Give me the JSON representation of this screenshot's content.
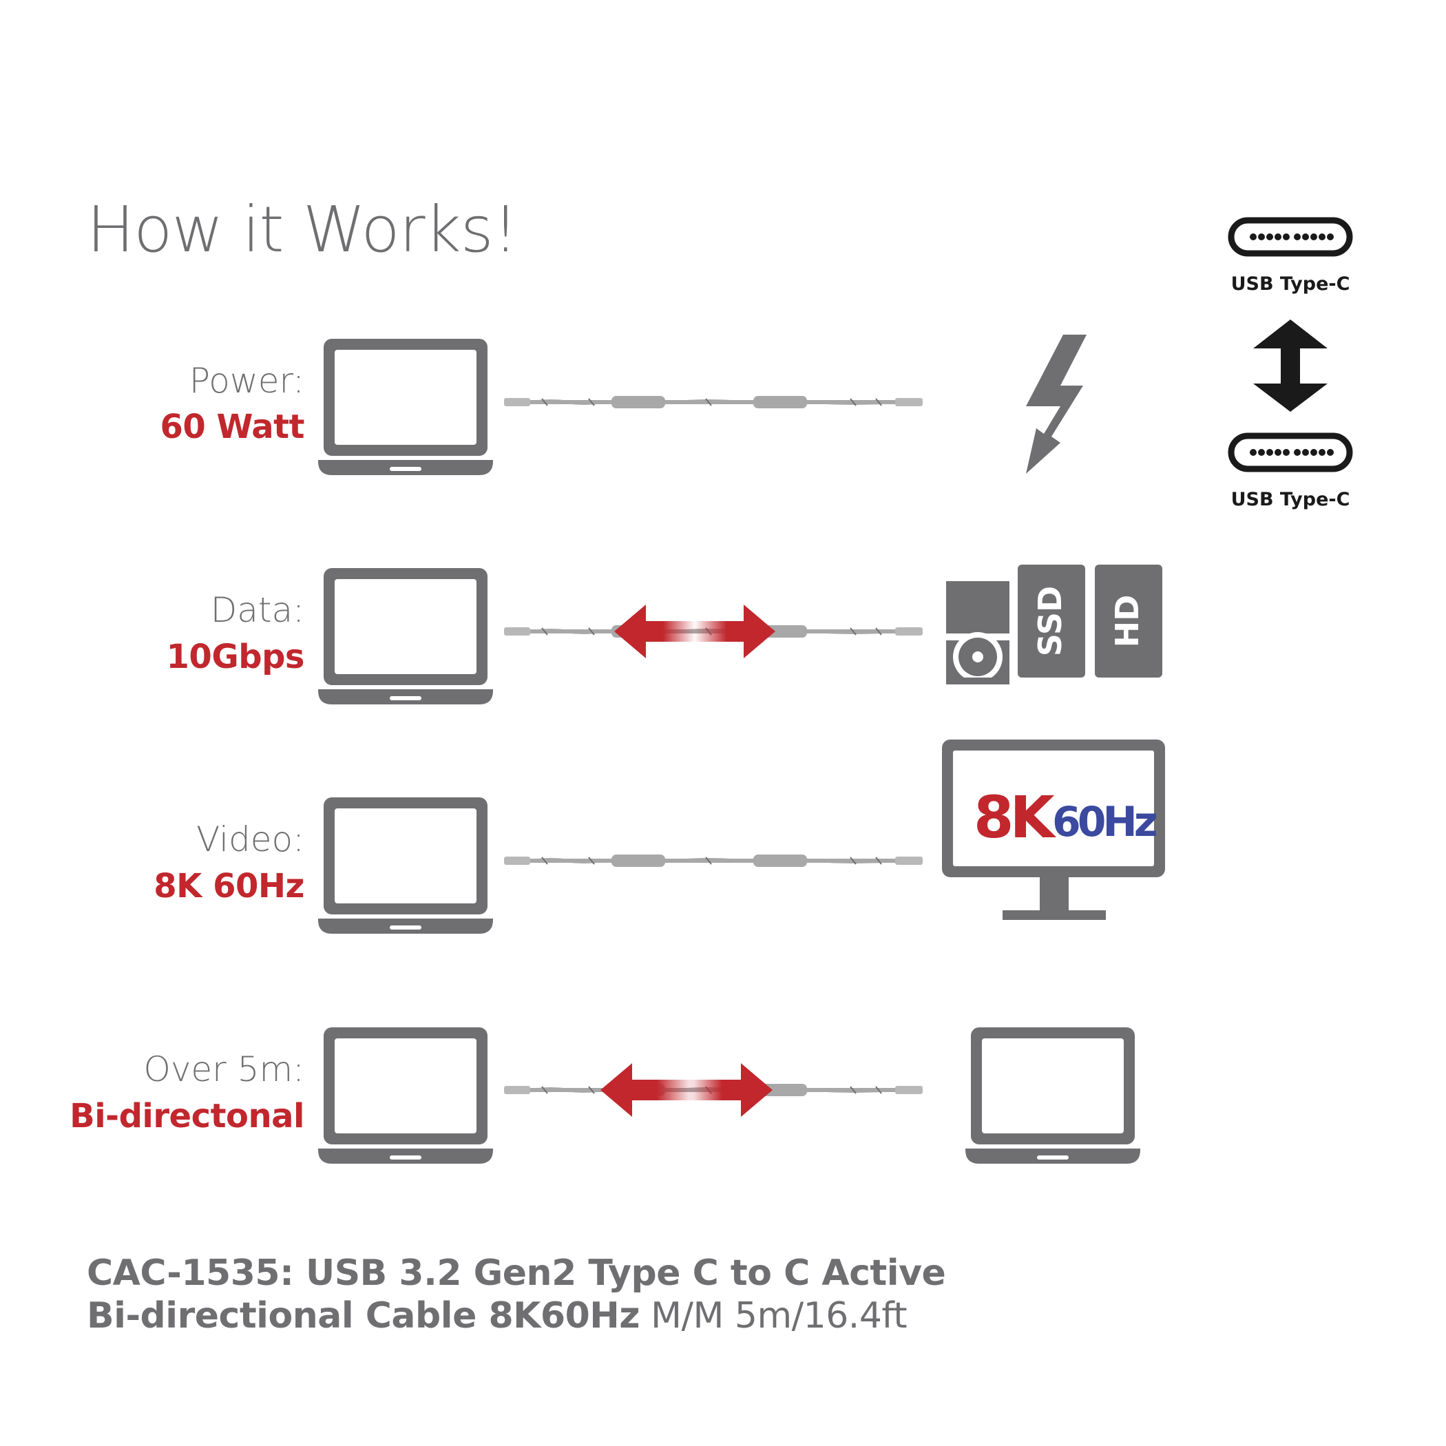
{
  "title": "How it Works!",
  "connector_labels": {
    "top": "USB Type-C",
    "bottom": "USB Type-C"
  },
  "rows": [
    {
      "label": "Power:",
      "value": "60 Watt",
      "target": "power"
    },
    {
      "label": "Data:",
      "value": "10Gbps",
      "target": "storage",
      "storage_labels": [
        "SSD",
        "HD"
      ]
    },
    {
      "label": "Video:",
      "value": "8K 60Hz",
      "target": "monitor",
      "monitor_text": {
        "part1": "8K",
        "part2": "60Hz"
      }
    },
    {
      "label": "Over 5m:",
      "value": "Bi-directonal",
      "target": "laptop"
    }
  ],
  "footer": {
    "line1": "CAC-1535: USB 3.2 Gen2 Type C to C Active",
    "line2_bold": "Bi-directional Cable 8K60Hz",
    "line2_light": " M/M 5m/16.4ft"
  },
  "colors": {
    "accent": "#c1272d",
    "gray": "#6f6f72",
    "cable": "#a8a8a8",
    "dark": "#1a1a1a",
    "blue": "#3b4a9e"
  }
}
